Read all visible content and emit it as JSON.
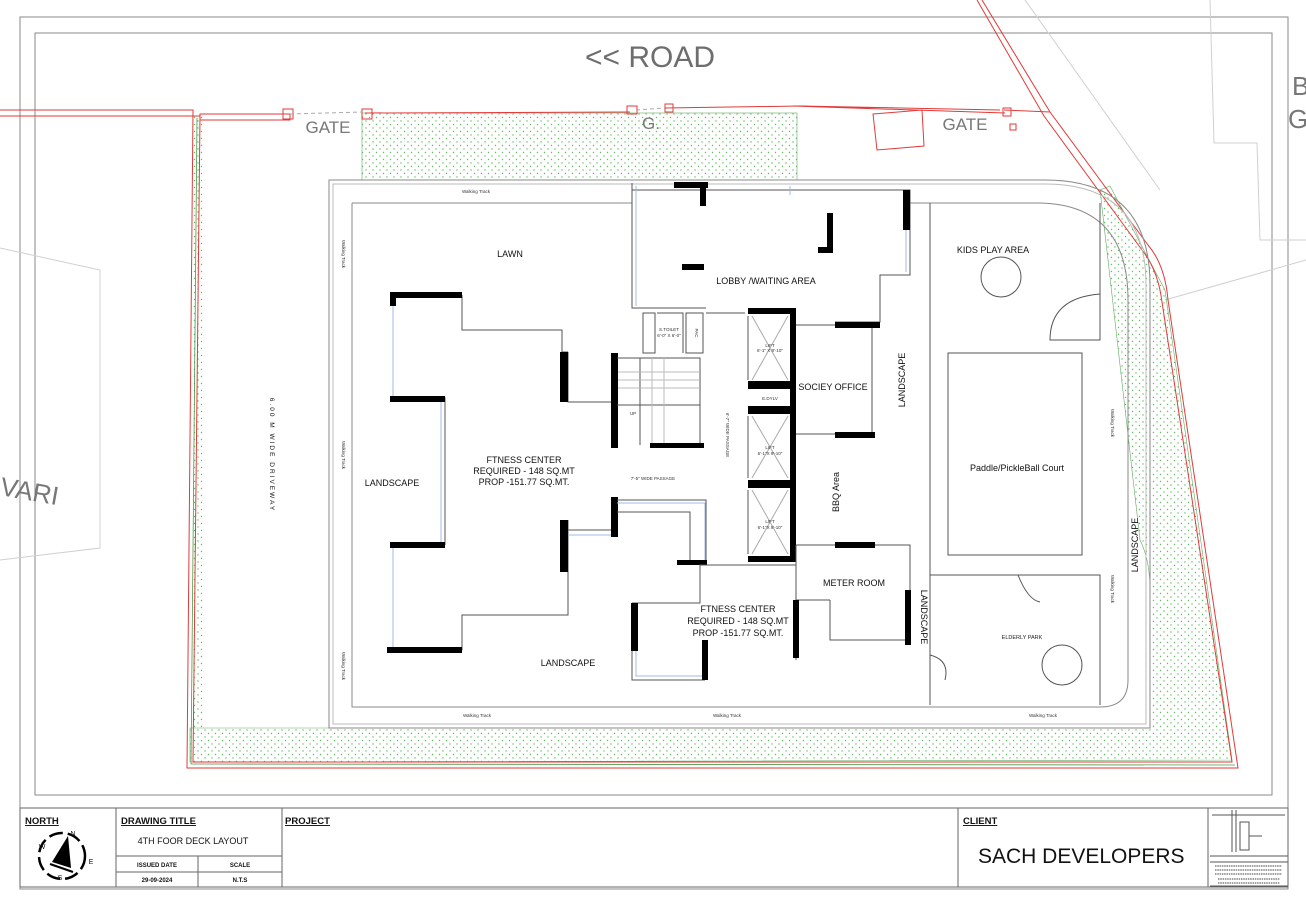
{
  "site": {
    "road_label": "<< ROAD",
    "gates": [
      "GATE",
      "G.",
      "GATE"
    ],
    "left_road_fragment": "VARI",
    "right_edge_fragments": [
      "B",
      "G"
    ],
    "driveway_label": "6.00 M WIDE DRIVEWAY"
  },
  "rooms": {
    "lawn": "LAWN",
    "lobby": "LOBBY /WAITING AREA",
    "society_office": "SOCIEY OFFICE",
    "landscape_right_of_office": "LANDSCAPE",
    "kids_play": "KIDS PLAY AREA",
    "court": "Paddle/PickleBall Court",
    "landscape_east": "LANDSCAPE",
    "elderly_park": "ELDERLY PARK",
    "meter_room": "METER ROOM",
    "landscape_meter": "LANDSCAPE",
    "bbq": "BBQ Area",
    "landscape_west": "LANDSCAPE",
    "landscape_south": "LANDSCAPE",
    "fitness1": [
      "FTNESS CENTER",
      "REQUIRED - 148 SQ.MT",
      "PROP -151.77 SQ.MT."
    ],
    "fitness2": [
      "FTNESS CENTER",
      "REQUIRED - 148 SQ.MT",
      "PROP -151.77 SQ.MT."
    ],
    "toilet": [
      "S.TOILET",
      "6'-0\" X 6'-0\""
    ],
    "pac": "PAC",
    "lift1": [
      "LIFT",
      "6'-1\" X 8'-10\""
    ],
    "edylv": "E.DYLV",
    "lift2": [
      "LIFT",
      "6'-1\"X 9'-10\""
    ],
    "lift3": [
      "LIFT",
      "6'-1\"X 9'-10\""
    ],
    "stair_up": "UP",
    "passage_h": "7'-5\" WIDE PASSAGE",
    "passage_v": "6'-7\" WIDE PASSAGE",
    "walking_track": "Walking Track"
  },
  "title_block": {
    "north_heading": "NORTH",
    "compass": {
      "n": "N",
      "s": "S",
      "e": "E",
      "w": "W"
    },
    "drawing_title_heading": "DRAWING TITLE",
    "drawing_title": "4TH FOOR DECK LAYOUT",
    "issued_date_label": "ISSUED DATE",
    "issued_date": "29-09-2024",
    "scale_label": "SCALE",
    "scale": "N.T.S",
    "project_heading": "PROJECT",
    "client_heading": "CLIENT",
    "client_name": "SACH DEVELOPERS"
  },
  "colors": {
    "boundary": "#e23a3a",
    "landscape_hatch": "#5cbf5c",
    "walls": "#000000",
    "glazing": "#9fb8e6"
  }
}
